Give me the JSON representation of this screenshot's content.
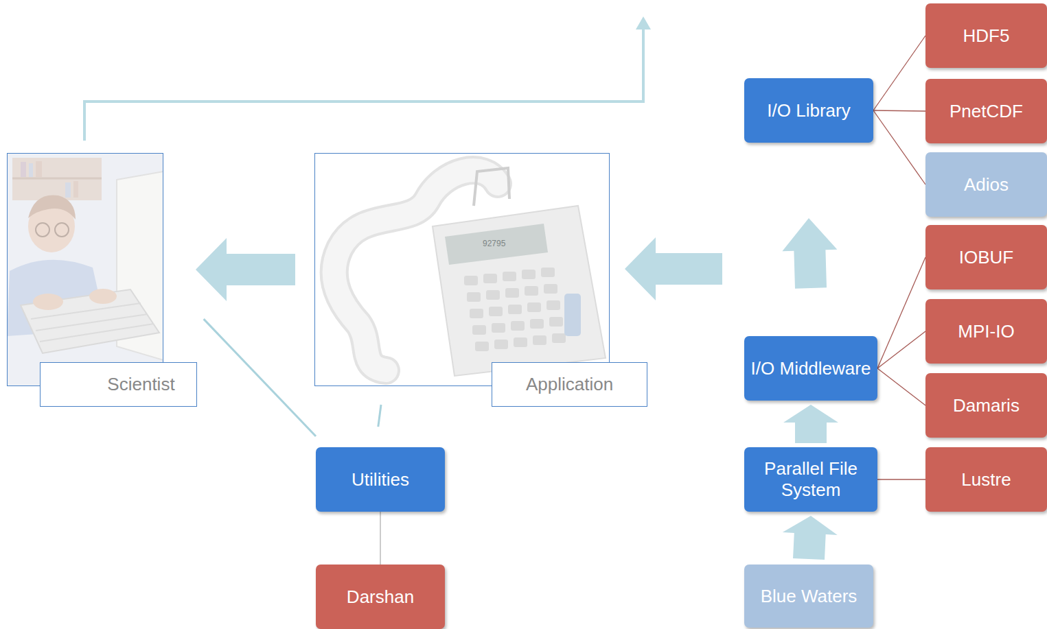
{
  "diagram": {
    "nodes": [
      {
        "text": [
          "I/O Library"
        ]
      },
      {
        "text": [
          "HDF5"
        ]
      },
      {
        "text": [
          "PnetCDF"
        ]
      },
      {
        "text": [
          "Adios"
        ]
      },
      {
        "text": [
          "Scientist"
        ]
      },
      {
        "text": [
          "Application"
        ]
      },
      {
        "text": [
          "IOBUF"
        ]
      },
      {
        "text": [
          "I/O Middleware"
        ]
      },
      {
        "text": [
          "MPI-IO"
        ]
      },
      {
        "text": [
          "Damaris"
        ]
      },
      {
        "text": [
          "Utilities"
        ]
      },
      {
        "text": [
          "Parallel File System"
        ]
      },
      {
        "text": [
          "Lustre"
        ]
      },
      {
        "text": [
          "Darshan"
        ]
      },
      {
        "text": [
          "Blue Waters"
        ]
      }
    ],
    "edges": [
      {
        "from": 0,
        "to": 1,
        "arrow": "none"
      },
      {
        "from": 0,
        "to": 2,
        "arrow": "none"
      },
      {
        "from": 0,
        "to": 3,
        "arrow": "none"
      },
      {
        "from": 5,
        "to": 4,
        "arrow": "to"
      },
      {
        "from": 7,
        "to": 0,
        "arrow": "to"
      },
      {
        "from": 7,
        "to": 6,
        "arrow": "none"
      },
      {
        "from": 7,
        "to": 8,
        "arrow": "none"
      },
      {
        "from": 7,
        "to": 9,
        "arrow": "none"
      },
      {
        "from": 5,
        "to": 10,
        "arrow": "to"
      },
      {
        "from": 10,
        "to": 4,
        "arrow": "to"
      },
      {
        "from": 11,
        "to": 7,
        "arrow": "to"
      },
      {
        "from": 11,
        "to": 12,
        "arrow": "none"
      },
      {
        "from": 10,
        "to": 13,
        "arrow": "none"
      },
      {
        "from": 14,
        "to": 11,
        "arrow": "to"
      }
    ],
    "labels": [
      "92795"
    ]
  }
}
